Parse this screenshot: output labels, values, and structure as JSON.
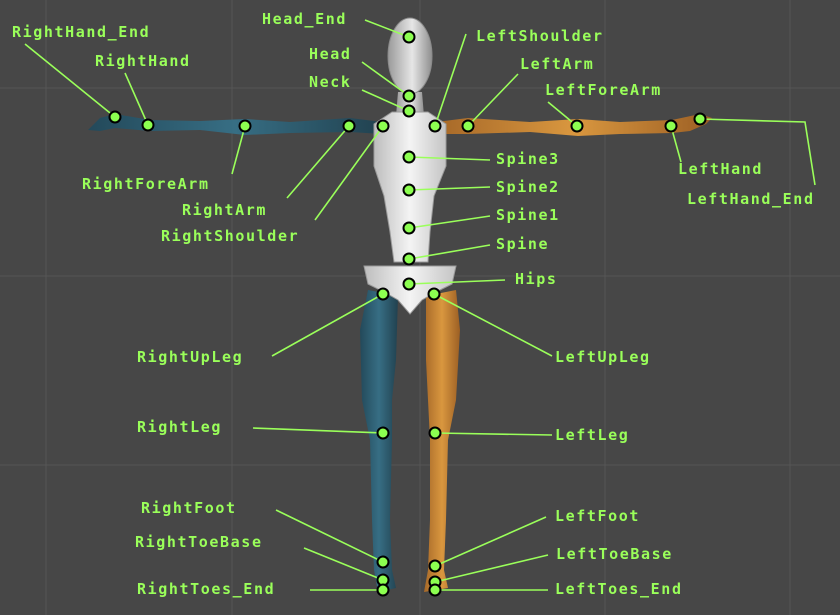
{
  "viewport": {
    "background": "#474747",
    "grid_color": "#555555",
    "label_color": "#9aff5a",
    "joint_fill": "#8cff50",
    "joint_stroke": "#000000",
    "left_side_color": "#c8863a",
    "right_side_color": "#2f5f72",
    "body_color": "#e4e4e4"
  },
  "joints": {
    "head_end": "Head_End",
    "head": "Head",
    "neck": "Neck",
    "left_shoulder": "LeftShoulder",
    "left_arm": "LeftArm",
    "left_fore_arm": "LeftForeArm",
    "left_hand": "LeftHand",
    "left_hand_end": "LeftHand_End",
    "right_hand_end": "RightHand_End",
    "right_hand": "RightHand",
    "right_fore_arm": "RightForeArm",
    "right_arm": "RightArm",
    "right_shoulder": "RightShoulder",
    "spine3": "Spine3",
    "spine2": "Spine2",
    "spine1": "Spine1",
    "spine": "Spine",
    "hips": "Hips",
    "right_up_leg": "RightUpLeg",
    "left_up_leg": "LeftUpLeg",
    "right_leg": "RightLeg",
    "left_leg": "LeftLeg",
    "right_foot": "RightFoot",
    "left_foot": "LeftFoot",
    "right_toe_base": "RightToeBase",
    "left_toe_base": "LeftToeBase",
    "right_toes_end": "RightToes_End",
    "left_toes_end": "LeftToes_End"
  }
}
